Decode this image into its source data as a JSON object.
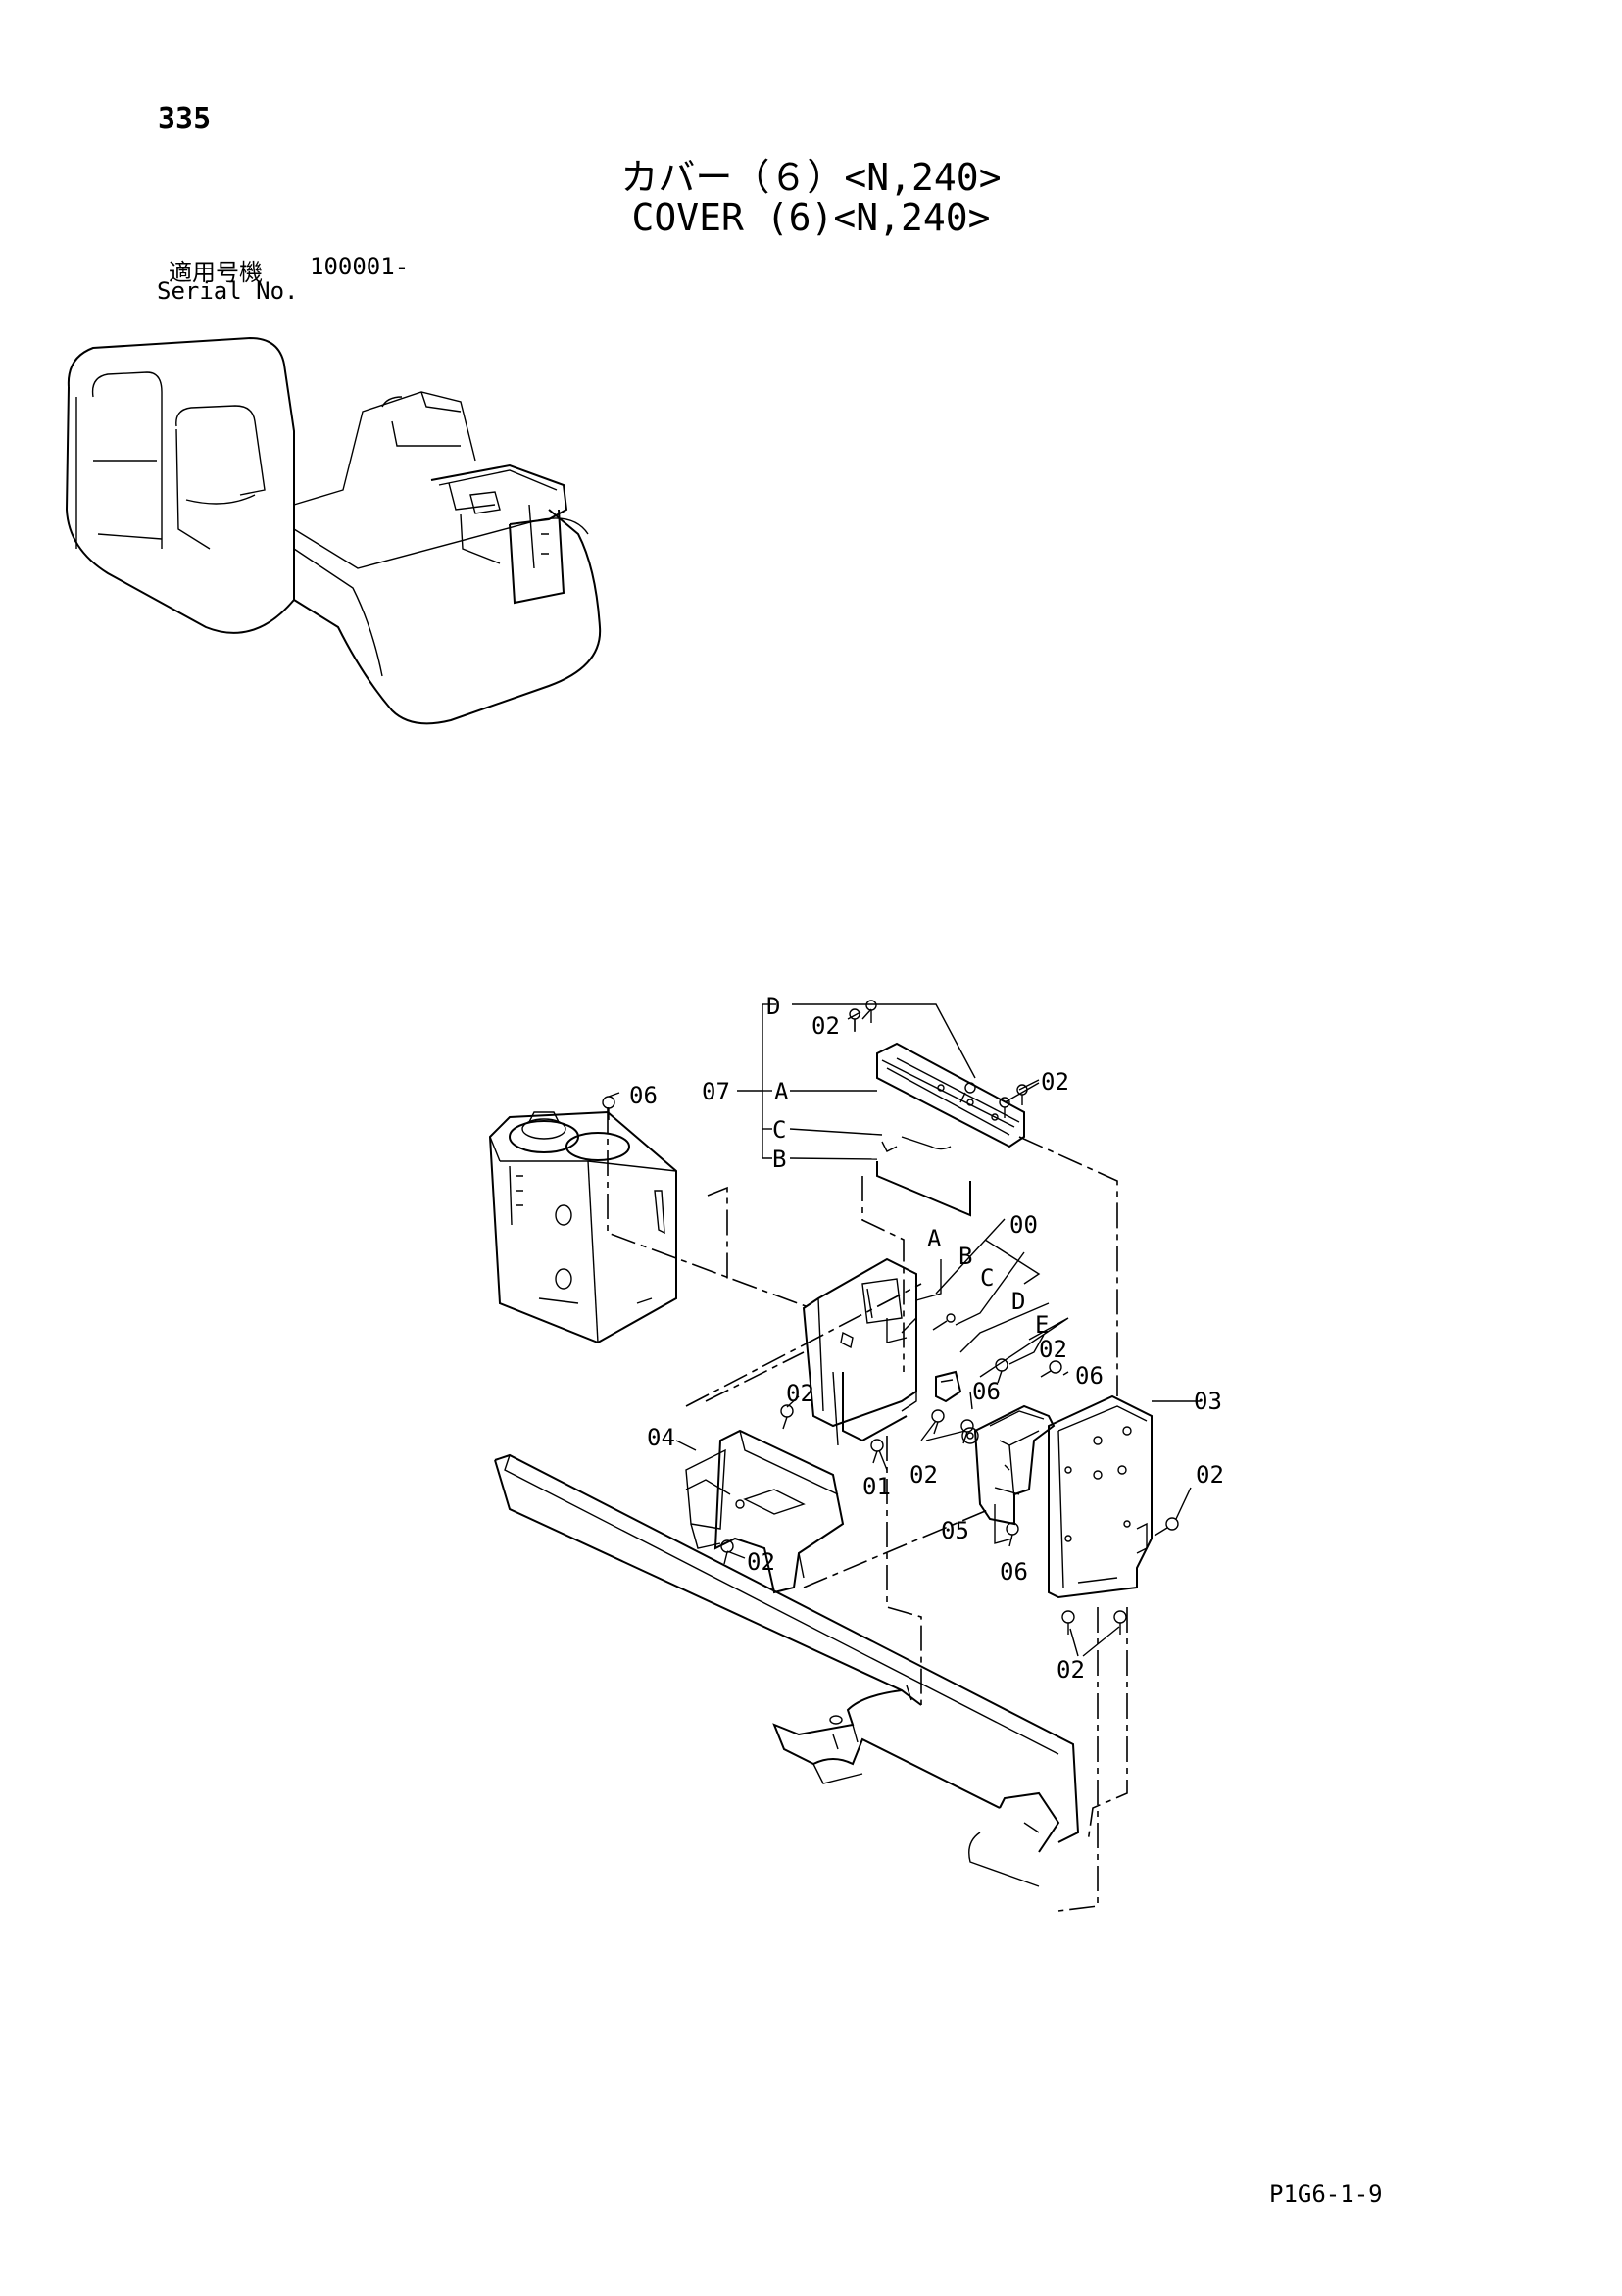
{
  "page": {
    "number": "335",
    "title_jp": "カバー（６）<N,240>",
    "title_en": "COVER (6)<N,240>",
    "serial_label_jp": "適用号機",
    "serial_value": "100001-",
    "serial_label_en": "Serial No.",
    "footer_code": "P1G6-1-9"
  },
  "callouts": {
    "c00": "00",
    "c01": "01",
    "c02a": "02",
    "c02b": "02",
    "c02c": "02",
    "c02d": "02",
    "c02e": "02",
    "c02f": "02",
    "c02g": "02",
    "c02h": "02",
    "c03": "03",
    "c04": "04",
    "c05": "05",
    "c06a": "06",
    "c06b": "06",
    "c06c": "06",
    "c06d": "06",
    "c07": "07",
    "kA1": "A",
    "kB1": "B",
    "kC1": "C",
    "kD1": "D",
    "kA2": "A",
    "kB2": "B",
    "kC2": "C",
    "kD2": "D",
    "kE2": "E"
  }
}
